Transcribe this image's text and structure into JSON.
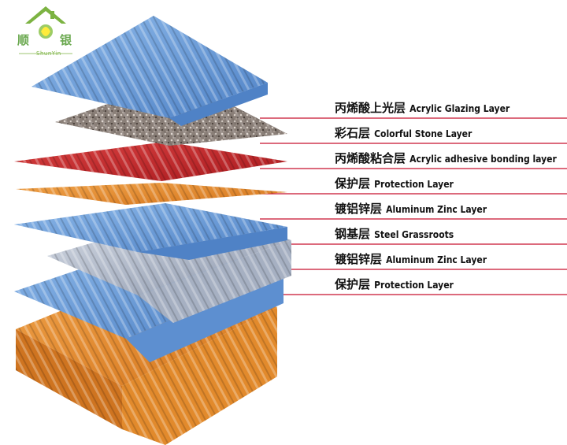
{
  "logo": {
    "left": "顺",
    "right": "银",
    "sub": "ShunYin"
  },
  "layers": [
    {
      "zh": "丙烯酸上光层",
      "en": "Acrylic Glazing Layer"
    },
    {
      "zh": "彩石层",
      "en": "Colorful Stone Layer"
    },
    {
      "zh": "丙烯酸粘合层",
      "en": "Acrylic adhesive bonding layer"
    },
    {
      "zh": "保护层",
      "en": "Protection Layer"
    },
    {
      "zh": "镀铝锌层",
      "en": "Aluminum Zinc Layer"
    },
    {
      "zh": "钢基层",
      "en": "Steel Grassroots"
    },
    {
      "zh": "镀铝锌层",
      "en": "Aluminum Zinc Layer"
    },
    {
      "zh": "保护层",
      "en": "Protection Layer"
    }
  ],
  "colors": {
    "line": "#c8102e",
    "blue": "#6b9fd8",
    "stone": "#8a7a70",
    "red": "#c8262a",
    "orange": "#e28a2c",
    "steel": "#9aa7bd"
  }
}
